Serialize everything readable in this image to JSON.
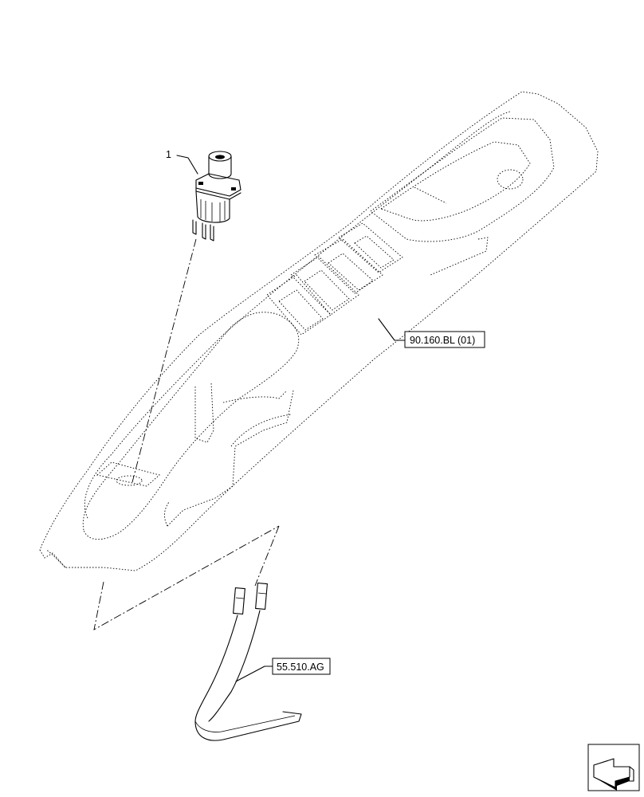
{
  "callouts": {
    "item_number": "1",
    "panel_ref": "90.160.BL (01)",
    "harness_ref": "55.510.AG"
  },
  "icons": {
    "corner": "view-direction-arrow-icon"
  }
}
